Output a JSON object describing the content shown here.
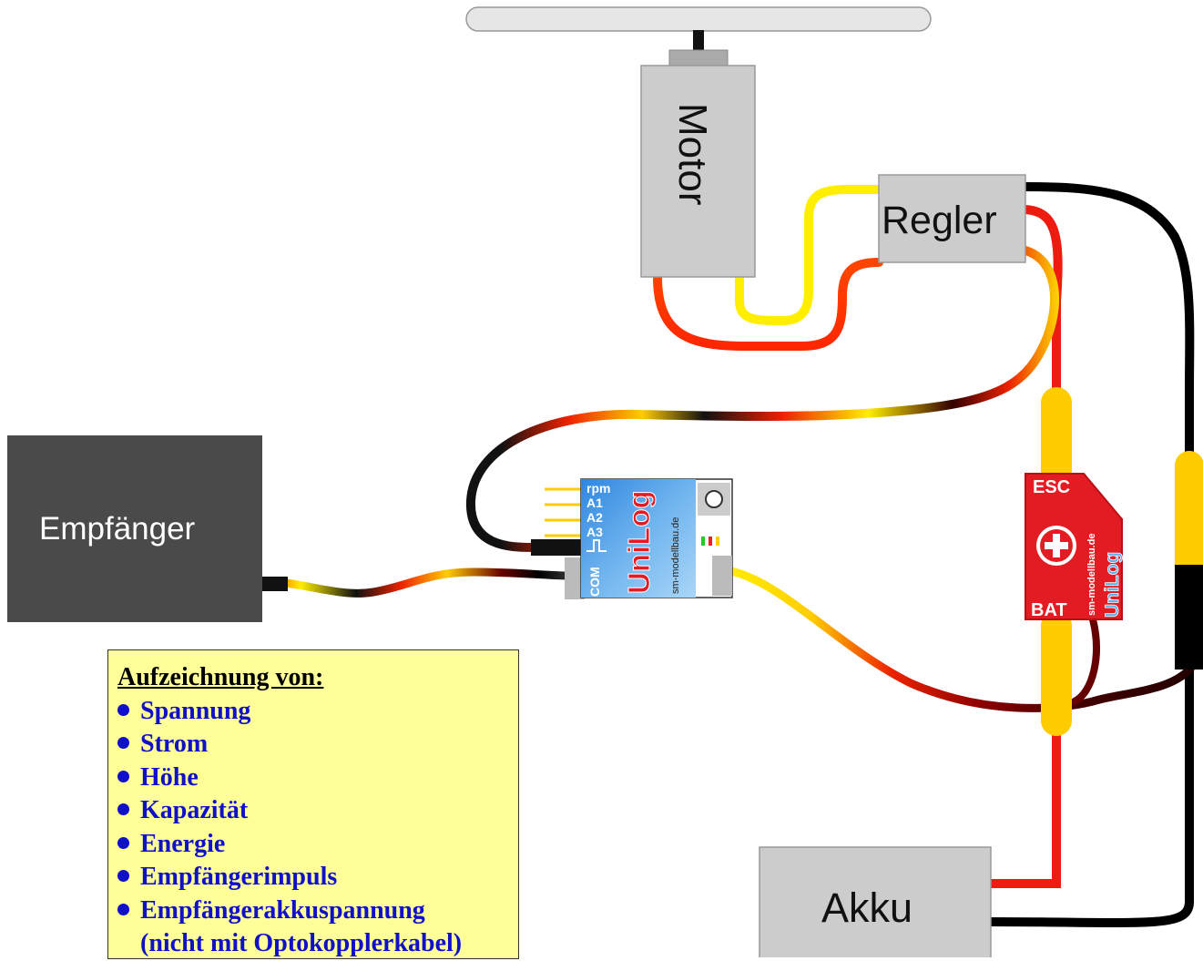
{
  "components": {
    "motor": "Motor",
    "regler": "Regler",
    "empfaenger": "Empfänger",
    "akku": "Akku"
  },
  "unilog": {
    "brand": "UniLog",
    "website": "sm-modellbau.de",
    "pins": [
      "rpm",
      "A1",
      "A2",
      "A3"
    ],
    "com": "COM"
  },
  "sensor": {
    "esc": "ESC",
    "bat": "BAT",
    "website": "sm-modellbau.de",
    "brand": "UniLog"
  },
  "legend": {
    "title": "Aufzeichnung von:",
    "items": [
      "Spannung",
      "Strom",
      "Höhe",
      "Kapazität",
      "Energie",
      "Empfängerimpuls",
      "Empfängerakkuspannung"
    ],
    "note": "(nicht mit Optokopplerkabel)"
  },
  "colors": {
    "wire_red": "#ee1c10",
    "wire_yellow": "#ffee00",
    "wire_black": "#000000",
    "box_gray": "#cccccc",
    "receiver": "#4a4a4a",
    "unilog_blue": "#5aa0e6",
    "sensor_red": "#e31b23",
    "legend_bg": "#ffff99",
    "legend_text": "#1010c8"
  }
}
